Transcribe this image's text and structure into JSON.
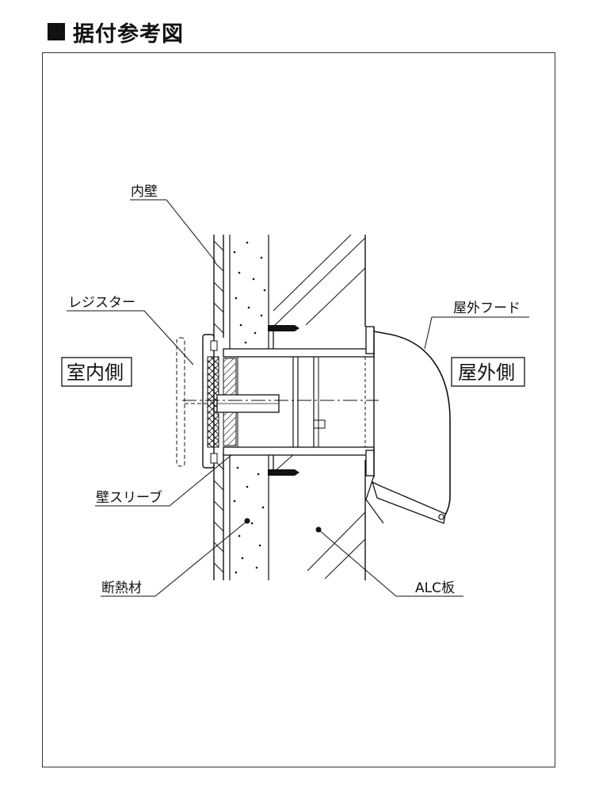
{
  "title": "据付参考図",
  "labels": {
    "inner_wall": "内壁",
    "register": "レジスター",
    "indoor_side": "室内側",
    "outdoor_hood": "屋外フード",
    "outdoor_side": "屋外側",
    "wall_sleeve": "壁スリーブ",
    "insulation": "断熱材",
    "alc_panel": "ALC板"
  }
}
